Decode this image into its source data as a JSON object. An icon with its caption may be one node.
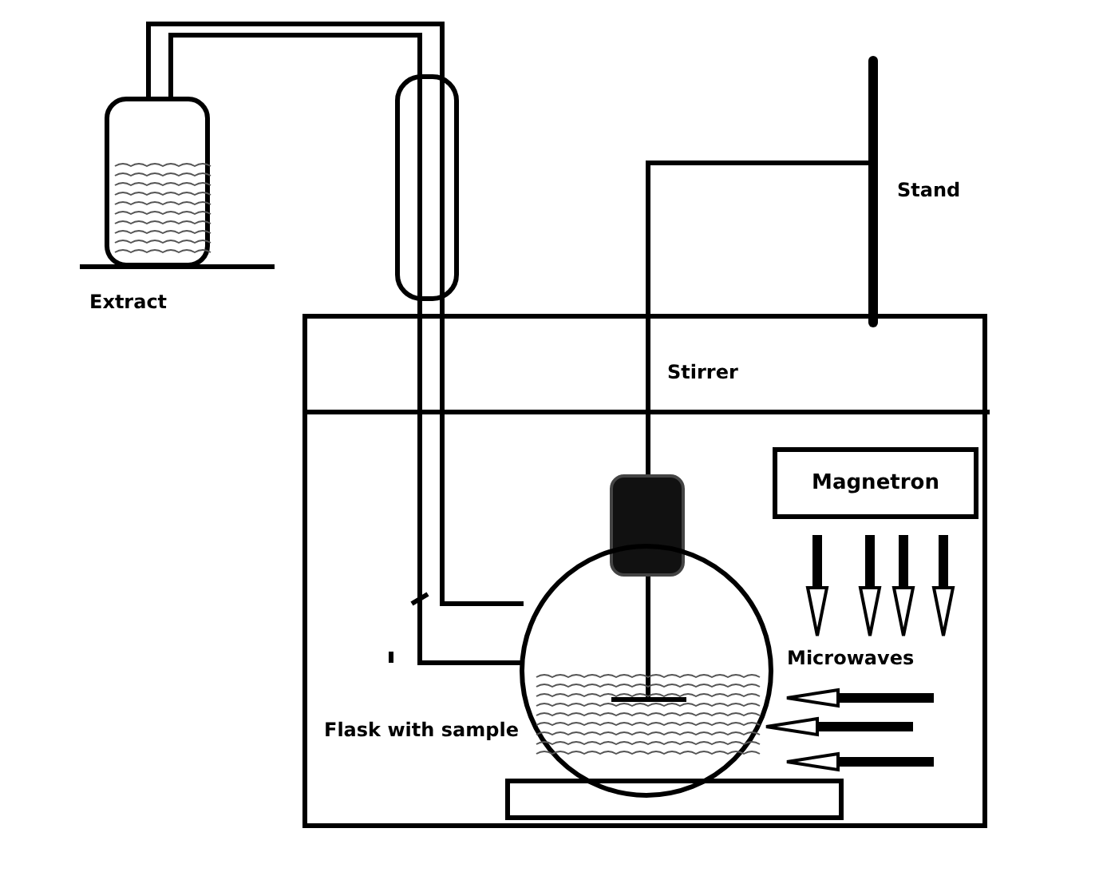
{
  "diagram": {
    "nodes": [
      {
        "text": [
          "Magnetron"
        ]
      }
    ],
    "labels": [
      "Extract",
      "Stand",
      "Stirrer",
      "Microwaves",
      "Flask with sample"
    ]
  }
}
